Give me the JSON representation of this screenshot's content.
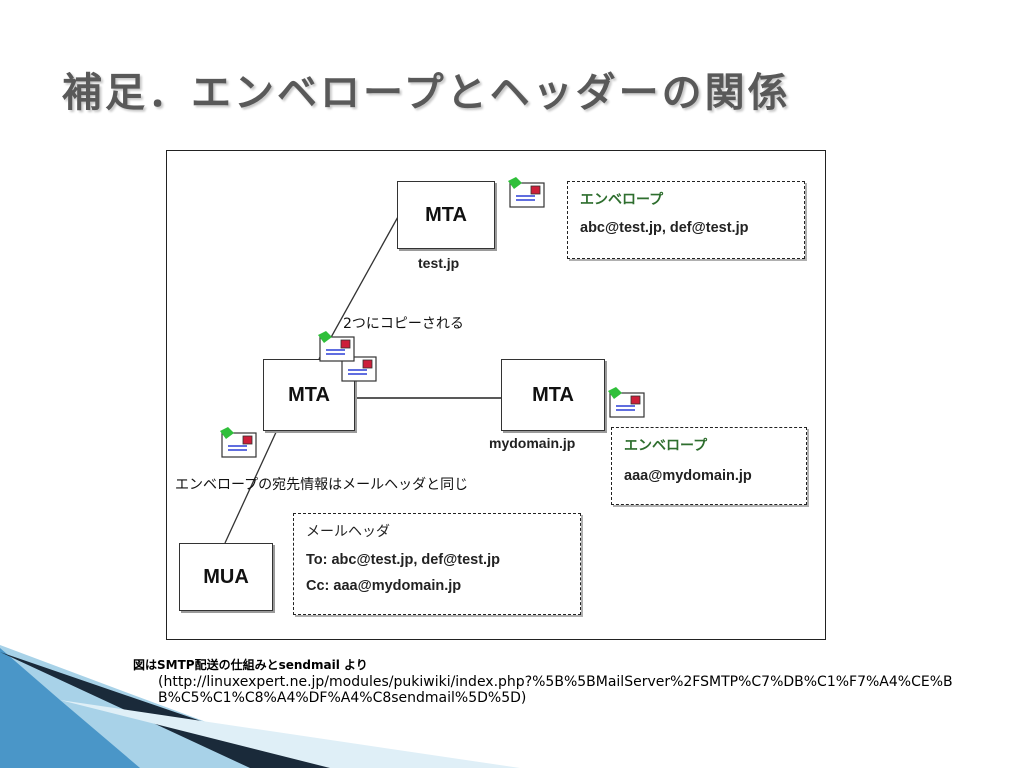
{
  "title": "補足．エンベロープとヘッダーの関係",
  "diagram": {
    "nodes": {
      "mta_top": {
        "label": "MTA",
        "sublabel": "test.jp"
      },
      "mta_mid": {
        "label": "MTA"
      },
      "mta_right": {
        "label": "MTA",
        "sublabel": "mydomain.jp"
      },
      "mua": {
        "label": "MUA"
      }
    },
    "notes": {
      "copy": "2つにコピーされる",
      "same": "エンベロープの宛先情報はメールヘッダと同じ"
    },
    "boxes": {
      "envelope_top": {
        "heading": "エンベロープ",
        "lines": [
          "abc@test.jp, def@test.jp"
        ]
      },
      "envelope_right": {
        "heading": "エンベロープ",
        "lines": [
          "aaa@mydomain.jp"
        ]
      },
      "header": {
        "heading": "メールヘッダ",
        "lines": [
          "To: abc@test.jp, def@test.jp",
          "Cc: aaa@mydomain.jp"
        ]
      }
    },
    "edges": [
      {
        "from": "mua",
        "to": "mta_mid"
      },
      {
        "from": "mta_mid",
        "to": "mta_top"
      },
      {
        "from": "mta_mid",
        "to": "mta_right"
      }
    ]
  },
  "caption": "図はSMTP配送の仕組みとsendmail より",
  "source": "(http://linuxexpert.ne.jp/modules/pukiwiki/index.php?%5B%5BMailServer%2FSMTP%C7%DB%C1%F7%A4%CE%BB%C5%C1%C8%A4%DF%A4%C8sendmail%5D%5D)",
  "colors": {
    "title": "#595959",
    "envelope_heading": "#2e6e2e",
    "envelope_flap": "#2fbf3a",
    "envelope_lines": "#2b3fd6",
    "stamp": "#cc1f3a"
  }
}
